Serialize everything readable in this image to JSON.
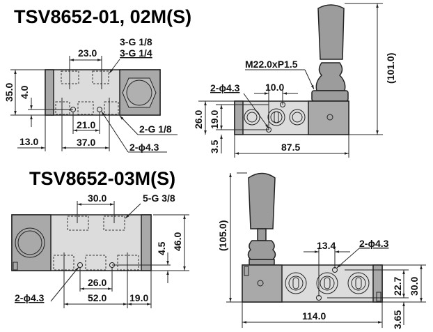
{
  "titles": {
    "top": "TSV8652-01, 02M(S)",
    "bottom": "TSV8652-03M(S)"
  },
  "view_01_02_side": {
    "dim_port_pitch": "23.0",
    "port_label_1": "3-G 1/8",
    "port_label_2": "3-G 1/4",
    "dim_height": "35.0",
    "dim_offset": "4.0",
    "dim_hole_pitch": "21.0",
    "dim_port_span": "37.0",
    "dim_left": "13.0",
    "port_label_bottom": "2-G 1/8",
    "hole_label": "2-ϕ4.3"
  },
  "view_01_02_front": {
    "hole_label": "2-ϕ4.3",
    "dim_hole_pitch": "10.0",
    "thread_label": "M22.0xP1.5",
    "dim_total_height": "(101.0)",
    "dim_body_height": "26.0",
    "dim_hole_height": "19.0",
    "dim_bottom": "3.5",
    "dim_length": "87.5"
  },
  "view_03_side": {
    "dim_port_pitch": "30.0",
    "port_label": "5-G 3/8",
    "dim_height": "46.0",
    "dim_offset": "4.5",
    "dim_hole_pitch": "26.0",
    "dim_port_span": "52.0",
    "dim_right": "19.0",
    "hole_label": "2-ϕ4.3"
  },
  "view_03_front": {
    "dim_total_height": "(105.0)",
    "dim_hole_pitch": "13.4",
    "hole_label": "2-ϕ4.3",
    "dim_hole_height": "22.7",
    "dim_body_height": "30.0",
    "dim_length": "114.0",
    "dim_bottom": "3.65"
  }
}
